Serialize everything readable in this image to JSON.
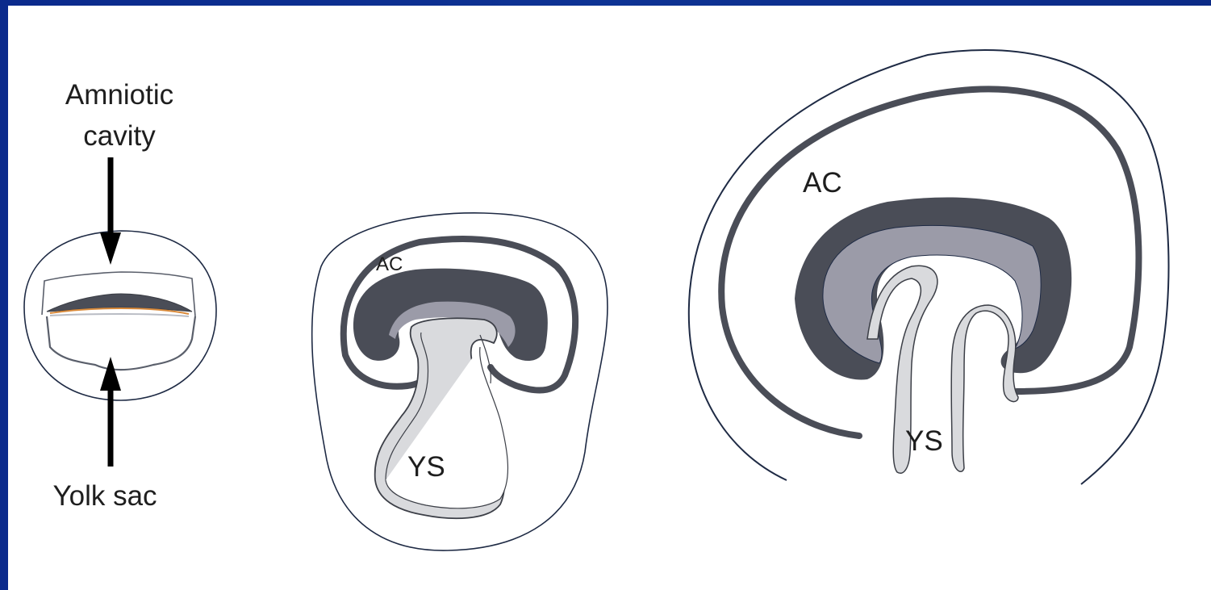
{
  "labels": {
    "amniotic_line1": "Amniotic",
    "amniotic_line2": "cavity",
    "yolk_sac": "Yolk sac",
    "ac_stage2": "AC",
    "ys_stage2": "YS",
    "ac_stage3": "AC",
    "ys_stage3": "YS"
  },
  "colors": {
    "frame": "#0e3394",
    "background": "#ffffff",
    "outline": "#1e2a44",
    "embryo_dark": "#4a4d57",
    "embryo_mid": "#9b9ba8",
    "yolk_fill": "#d9dadd",
    "orange_layer": "#d98a3a"
  }
}
